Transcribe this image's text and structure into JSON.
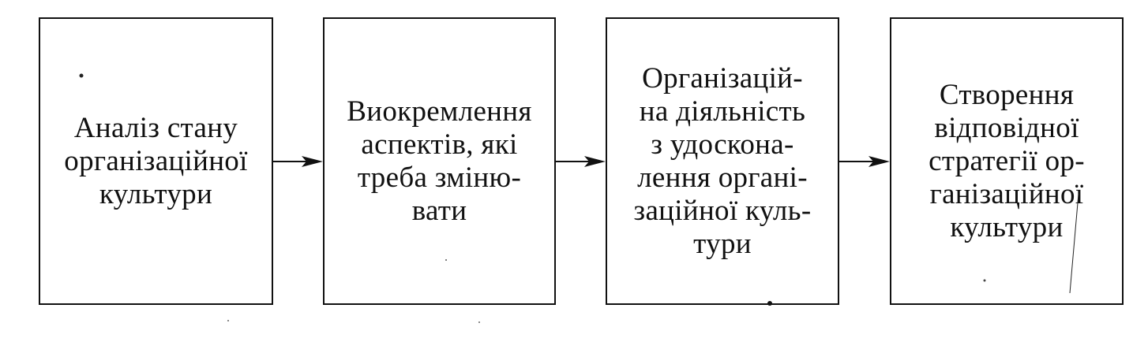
{
  "diagram": {
    "steps": [
      {
        "text": "Аналіз стану\nорганізаційної\nкультури"
      },
      {
        "text": "Виокремлення\nаспектів, які\nтреба зміню-\nвати"
      },
      {
        "text": "Організацій-\nна діяльність\nз удоскона-\nлення органі-\nзаційної куль-\nтури"
      },
      {
        "text": "Створення\nвідповідної\nстратегії ор-\nганізаційної\nкультури"
      }
    ],
    "colors": {
      "line": "#111111",
      "background": "#ffffff"
    }
  }
}
